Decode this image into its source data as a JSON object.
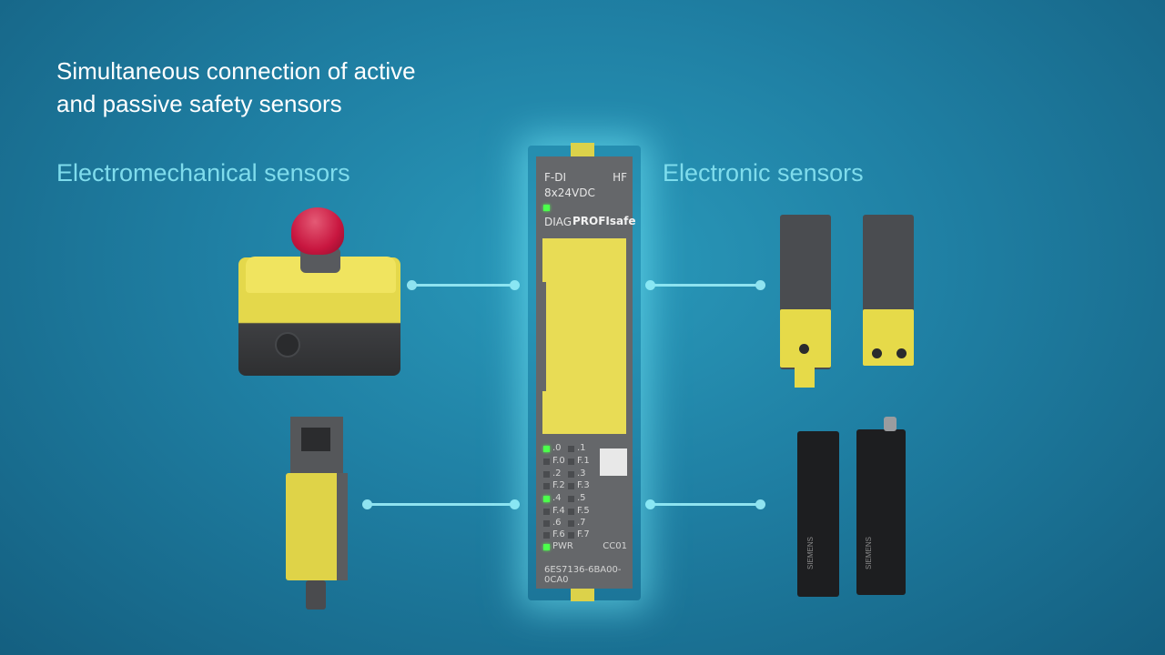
{
  "headline": {
    "line1": "Simultaneous connection of active",
    "line2": "and passive safety sensors"
  },
  "left_label": "Electromechanical sensors",
  "right_label": "Electronic sensors",
  "module": {
    "title": "F-DI",
    "hf": "HF",
    "subtitle": "8x24VDC",
    "diag": "DIAG",
    "profisafe": "PROFIsafe",
    "channels_left": [
      ".0",
      "F.0",
      ".2",
      "F.2",
      ".4",
      "F.4",
      ".6",
      "F.6",
      "PWR"
    ],
    "channels_right": [
      ".1",
      "F.1",
      ".3",
      "F.3",
      ".5",
      "F.5",
      ".7",
      "F.7",
      "CC01"
    ],
    "part_number": "6ES7136-6BA00-0CA0"
  },
  "device_text": {
    "sensor_brand_1": "SIEMENS",
    "sensor_brand_2": "SIEMENS"
  },
  "colors": {
    "accent_cyan": "#7fdcec",
    "module_yellow": "#e8dc55",
    "led_green": "#4cff4c"
  },
  "icons": [
    "emergency-stop-button",
    "limit-switch",
    "rfid-safety-sensor",
    "magnetic-safety-sensor"
  ]
}
